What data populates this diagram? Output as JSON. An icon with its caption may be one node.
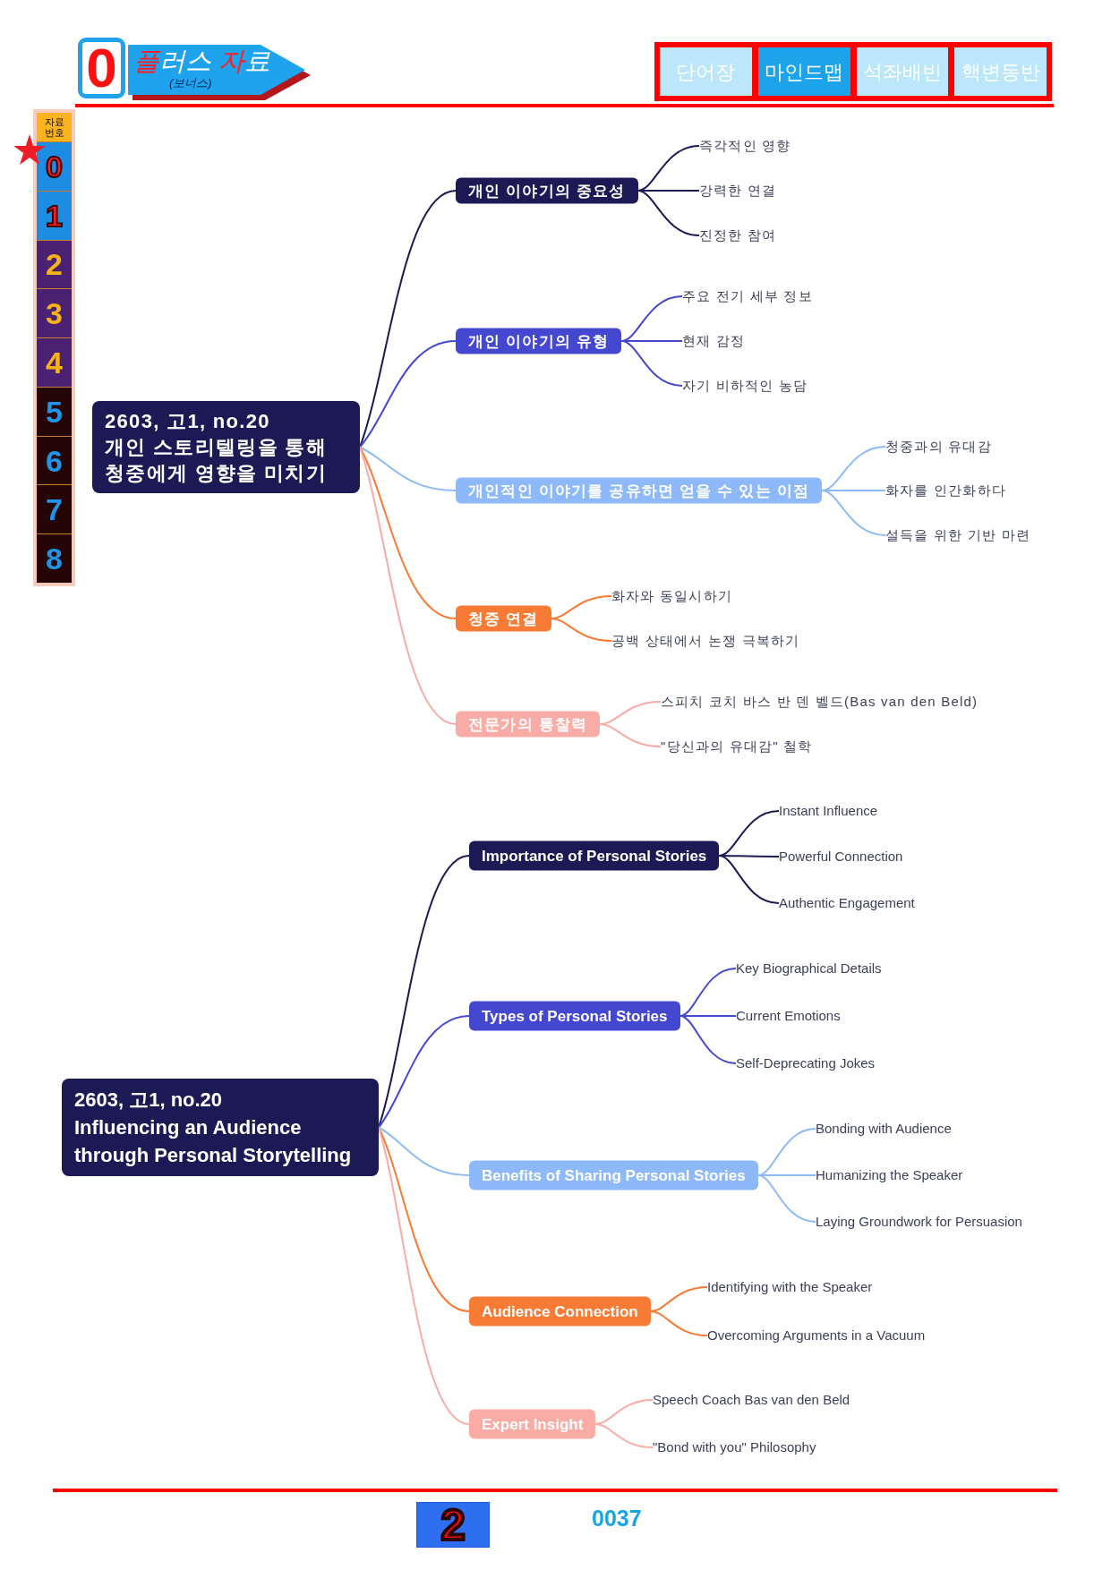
{
  "diagram": {
    "nodes": [
      {
        "text": [
          "0"
        ]
      },
      {
        "text": [
          "플러스 자료",
          "(보너스)"
        ]
      },
      {
        "text": [
          "단어장"
        ]
      },
      {
        "text": [
          "마인드맵"
        ]
      },
      {
        "text": [
          "석좌배빈"
        ]
      },
      {
        "text": [
          "핵변동반"
        ]
      },
      {
        "text": [
          "자료 번호"
        ]
      },
      {
        "text": [
          "0"
        ]
      },
      {
        "text": [
          "1"
        ]
      },
      {
        "text": [
          "2"
        ]
      },
      {
        "text": [
          "3"
        ]
      },
      {
        "text": [
          "4"
        ]
      },
      {
        "text": [
          "5"
        ]
      },
      {
        "text": [
          "6"
        ]
      },
      {
        "text": [
          "7"
        ]
      },
      {
        "text": [
          "8"
        ]
      },
      {
        "text": [
          "2603, 고1, no.20",
          "개인 스토리텔링을 통해 청중에게 영향을 미치기"
        ]
      },
      {
        "text": [
          "개인 이야기의 중요성"
        ]
      },
      {
        "text": [
          "즉각적인 영향"
        ]
      },
      {
        "text": [
          "강력한 연결"
        ]
      },
      {
        "text": [
          "진정한 참여"
        ]
      },
      {
        "text": [
          "개인 이야기의 유형"
        ]
      },
      {
        "text": [
          "주요 전기 세부 정보"
        ]
      },
      {
        "text": [
          "현재 감정"
        ]
      },
      {
        "text": [
          "자기 비하적인 농담"
        ]
      },
      {
        "text": [
          "개인적인 이야기를 공유하면 얻을 수 있는 이점"
        ]
      },
      {
        "text": [
          "청중과의 유대감"
        ]
      },
      {
        "text": [
          "화자를 인간화하다"
        ]
      },
      {
        "text": [
          "설득을 위한 기반 마련"
        ]
      },
      {
        "text": [
          "청중 연결"
        ]
      },
      {
        "text": [
          "화자와 동일시하기"
        ]
      },
      {
        "text": [
          "공백 상태에서 논쟁 극복하기"
        ]
      },
      {
        "text": [
          "전문가의 통찰력"
        ]
      },
      {
        "text": [
          "스피치 코치 바스 반 덴 벨드(Bas van den Beld)"
        ]
      },
      {
        "text": [
          "\"당신과의 유대감\" 철학"
        ]
      },
      {
        "text": [
          "2603, 고1, no.20",
          "Influencing an Audience through Personal Storytelling"
        ]
      },
      {
        "text": [
          "Importance of Personal Stories"
        ]
      },
      {
        "text": [
          "Instant Influence"
        ]
      },
      {
        "text": [
          "Powerful Connection"
        ]
      },
      {
        "text": [
          "Authentic Engagement"
        ]
      },
      {
        "text": [
          "Types of Personal Stories"
        ]
      },
      {
        "text": [
          "Key Biographical Details"
        ]
      },
      {
        "text": [
          "Current Emotions"
        ]
      },
      {
        "text": [
          "Self-Deprecating Jokes"
        ]
      },
      {
        "text": [
          "Benefits of Sharing Personal Stories"
        ]
      },
      {
        "text": [
          "Bonding with Audience"
        ]
      },
      {
        "text": [
          "Humanizing the Speaker"
        ]
      },
      {
        "text": [
          "Laying Groundwork for Persuasion"
        ]
      },
      {
        "text": [
          "Audience Connection"
        ]
      },
      {
        "text": [
          "Identifying with the Speaker"
        ]
      },
      {
        "text": [
          "Overcoming Arguments in a Vacuum"
        ]
      },
      {
        "text": [
          "Expert Insight"
        ]
      },
      {
        "text": [
          "Speech Coach Bas van den Beld"
        ]
      },
      {
        "text": [
          "\"Bond with you\" Philosophy"
        ]
      },
      {
        "text": [
          "2"
        ]
      }
    ],
    "edges": [
      {
        "from": 16,
        "to": 17,
        "arrow": "none",
        "color": "#1c1a55"
      },
      {
        "from": 17,
        "to": 18,
        "arrow": "none",
        "color": "#1c1a55"
      },
      {
        "from": 17,
        "to": 19,
        "arrow": "none",
        "color": "#1c1a55"
      },
      {
        "from": 17,
        "to": 20,
        "arrow": "none",
        "color": "#1c1a55"
      },
      {
        "from": 16,
        "to": 21,
        "arrow": "none",
        "color": "#4447cf"
      },
      {
        "from": 21,
        "to": 22,
        "arrow": "none",
        "color": "#4447cf"
      },
      {
        "from": 21,
        "to": 23,
        "arrow": "none",
        "color": "#4447cf"
      },
      {
        "from": 21,
        "to": 24,
        "arrow": "none",
        "color": "#4447cf"
      },
      {
        "from": 16,
        "to": 25,
        "arrow": "none",
        "color": "#8db9fb"
      },
      {
        "from": 25,
        "to": 26,
        "arrow": "none",
        "color": "#8db9fb"
      },
      {
        "from": 25,
        "to": 27,
        "arrow": "none",
        "color": "#8db9fb"
      },
      {
        "from": 25,
        "to": 28,
        "arrow": "none",
        "color": "#8db9fb"
      },
      {
        "from": 16,
        "to": 29,
        "arrow": "none",
        "color": "#f77b34"
      },
      {
        "from": 29,
        "to": 30,
        "arrow": "none",
        "color": "#f77b34"
      },
      {
        "from": 29,
        "to": 31,
        "arrow": "none",
        "color": "#f77b34"
      },
      {
        "from": 16,
        "to": 32,
        "arrow": "none",
        "color": "#f9aba5"
      },
      {
        "from": 32,
        "to": 33,
        "arrow": "none",
        "color": "#f9aba5"
      },
      {
        "from": 32,
        "to": 34,
        "arrow": "none",
        "color": "#f9aba5"
      },
      {
        "from": 35,
        "to": 36,
        "arrow": "none",
        "color": "#1c1a55"
      },
      {
        "from": 36,
        "to": 37,
        "arrow": "none",
        "color": "#1c1a55"
      },
      {
        "from": 36,
        "to": 38,
        "arrow": "none",
        "color": "#1c1a55"
      },
      {
        "from": 36,
        "to": 39,
        "arrow": "none",
        "color": "#1c1a55"
      },
      {
        "from": 35,
        "to": 40,
        "arrow": "none",
        "color": "#4447cf"
      },
      {
        "from": 40,
        "to": 41,
        "arrow": "none",
        "color": "#4447cf"
      },
      {
        "from": 40,
        "to": 42,
        "arrow": "none",
        "color": "#4447cf"
      },
      {
        "from": 40,
        "to": 43,
        "arrow": "none",
        "color": "#4447cf"
      },
      {
        "from": 35,
        "to": 44,
        "arrow": "none",
        "color": "#8db9fb"
      },
      {
        "from": 44,
        "to": 45,
        "arrow": "none",
        "color": "#8db9fb"
      },
      {
        "from": 44,
        "to": 46,
        "arrow": "none",
        "color": "#8db9fb"
      },
      {
        "from": 44,
        "to": 47,
        "arrow": "none",
        "color": "#8db9fb"
      },
      {
        "from": 35,
        "to": 48,
        "arrow": "none",
        "color": "#f77b34"
      },
      {
        "from": 48,
        "to": 49,
        "arrow": "none",
        "color": "#f77b34"
      },
      {
        "from": 48,
        "to": 50,
        "arrow": "none",
        "color": "#f77b34"
      },
      {
        "from": 35,
        "to": 51,
        "arrow": "none",
        "color": "#f9aba5"
      },
      {
        "from": 51,
        "to": 52,
        "arrow": "none",
        "color": "#f9aba5"
      },
      {
        "from": 51,
        "to": 53,
        "arrow": "none",
        "color": "#f9aba5"
      }
    ],
    "labels": [
      "0037"
    ]
  }
}
